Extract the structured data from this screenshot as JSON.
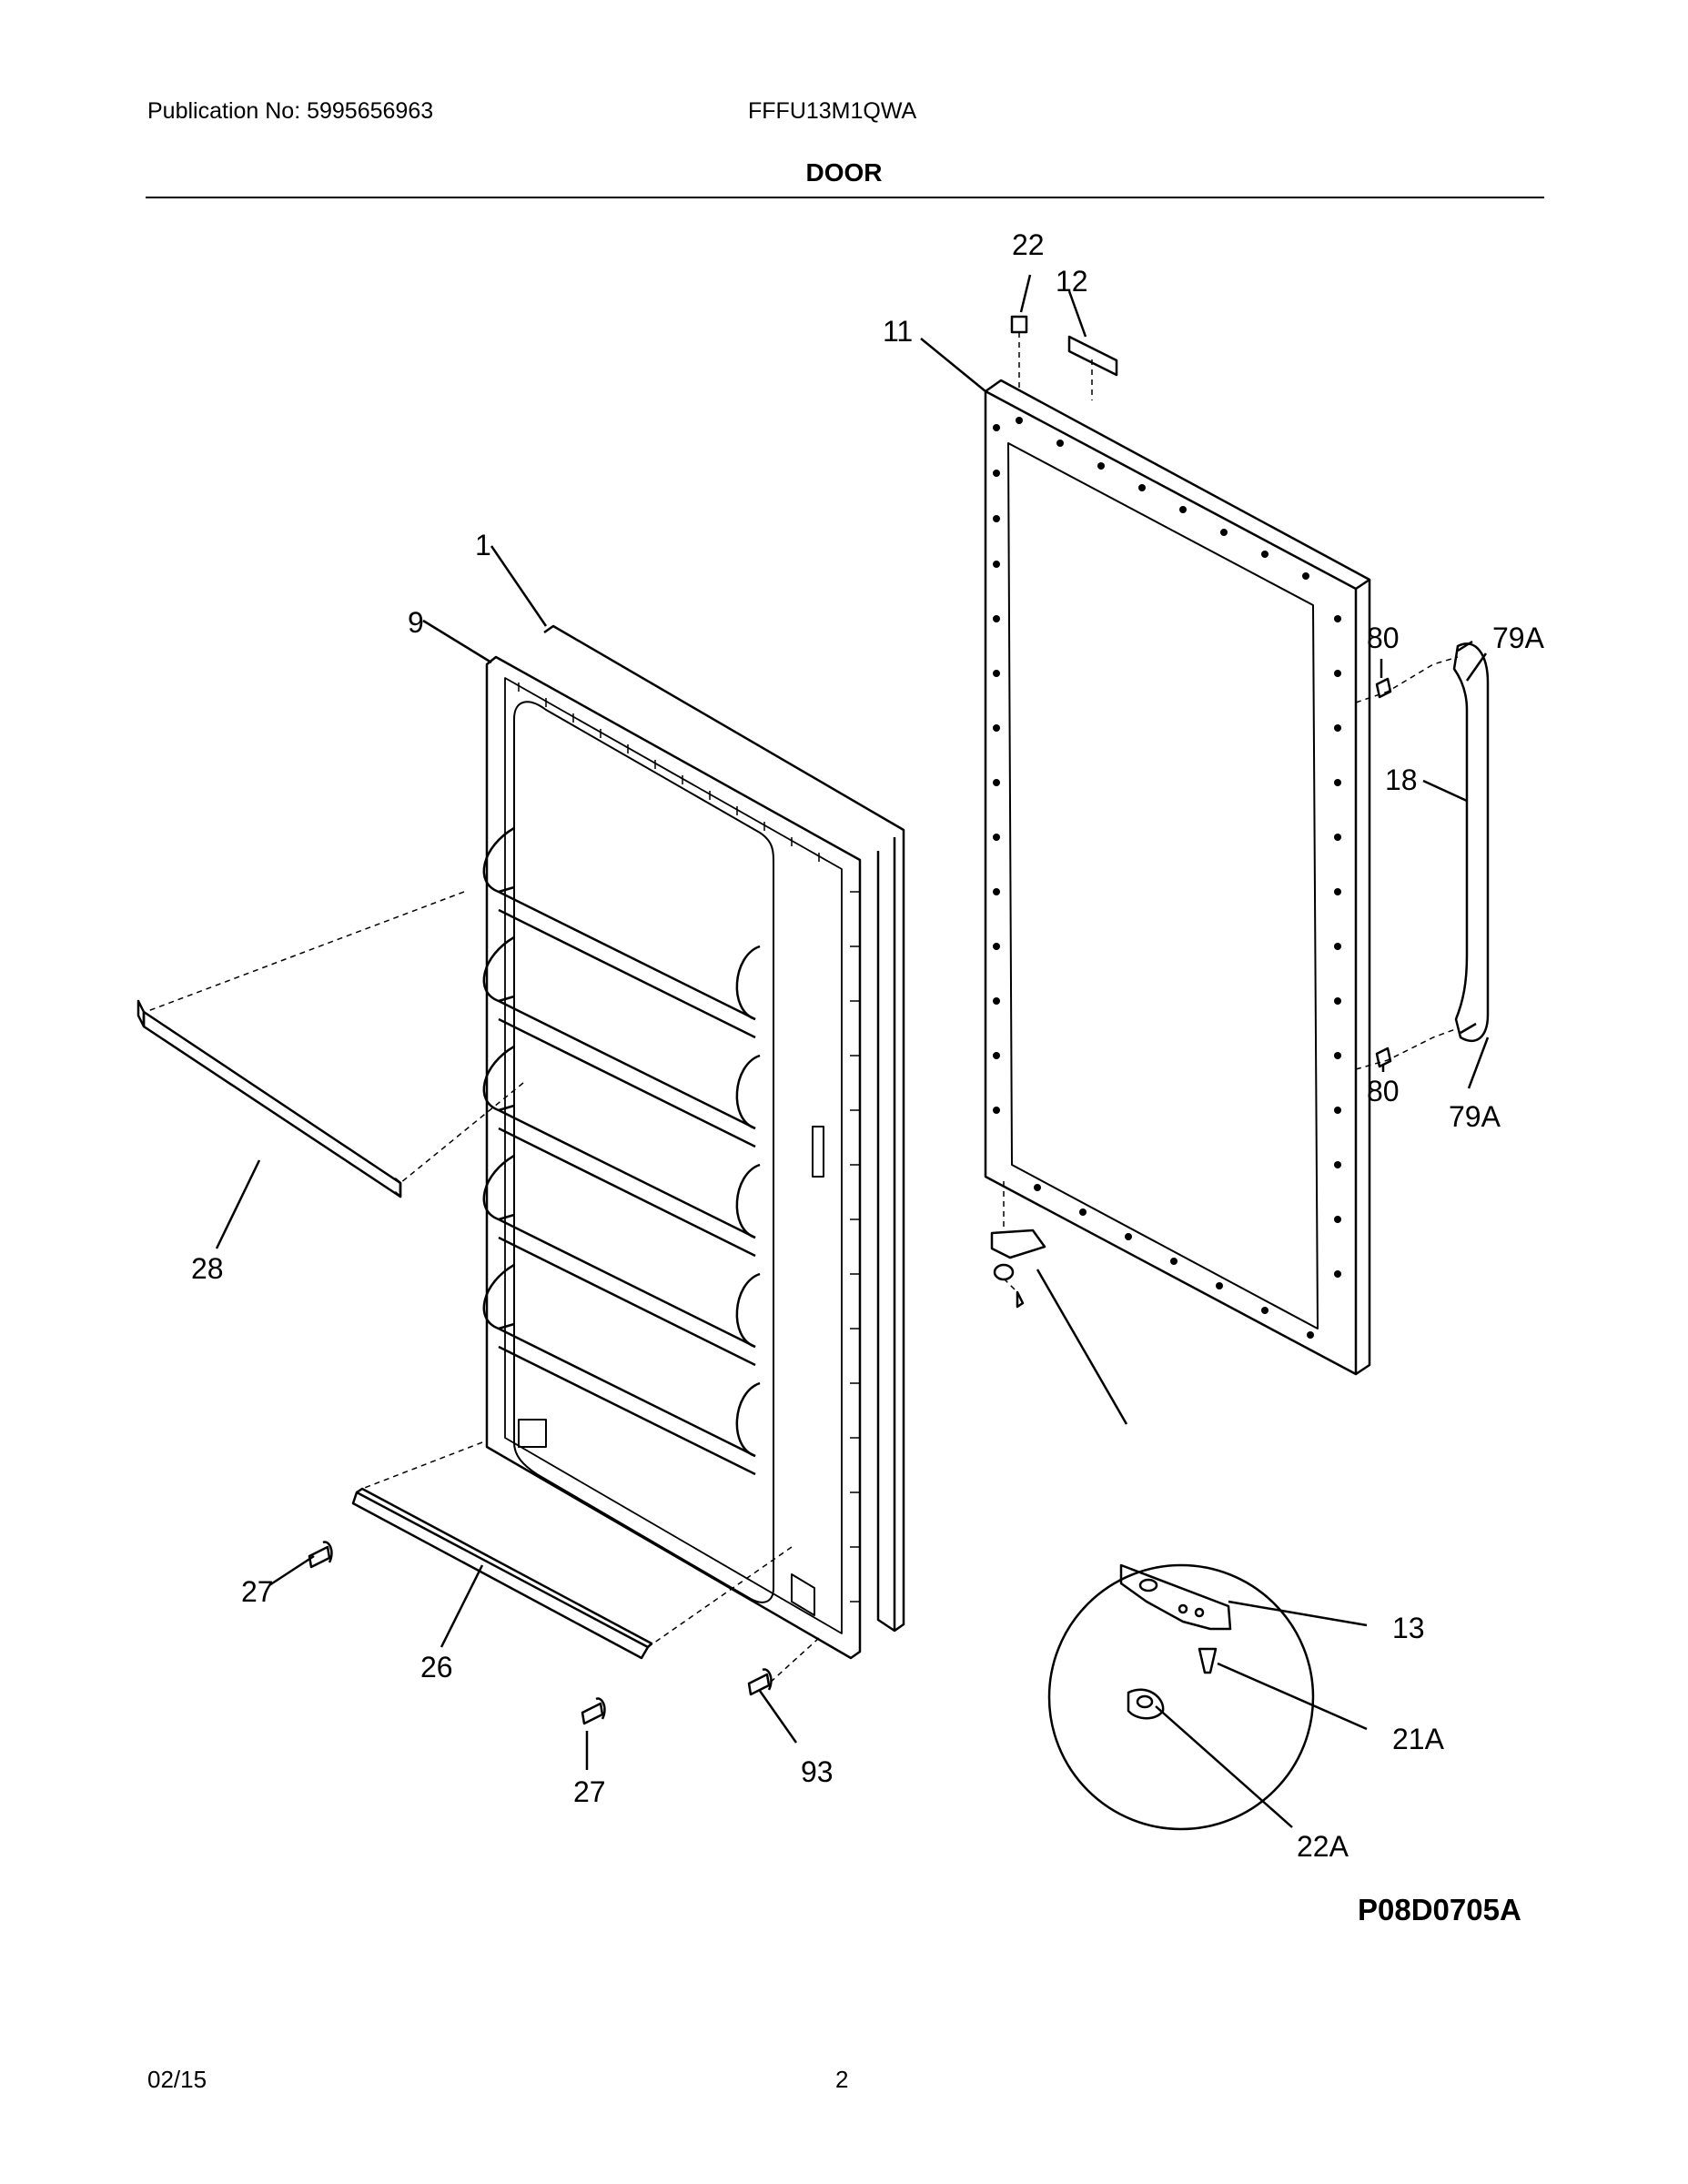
{
  "header": {
    "publication": "Publication No: 5995656963",
    "model": "FFFU13M1QWA",
    "section_title": "DOOR"
  },
  "diagram": {
    "callouts": {
      "c22": "22",
      "c12": "12",
      "c11": "11",
      "c1": "1",
      "c9": "9",
      "c80a": "80",
      "c79a1": "79A",
      "c18": "18",
      "c80b": "80",
      "c79a2": "79A",
      "c28": "28",
      "c27a": "27",
      "c26": "26",
      "c27b": "27",
      "c93": "93",
      "c13": "13",
      "c21a": "21A",
      "c22a": "22A"
    },
    "diagram_code": "P08D0705A"
  },
  "footer": {
    "date": "02/15",
    "page": "2"
  }
}
